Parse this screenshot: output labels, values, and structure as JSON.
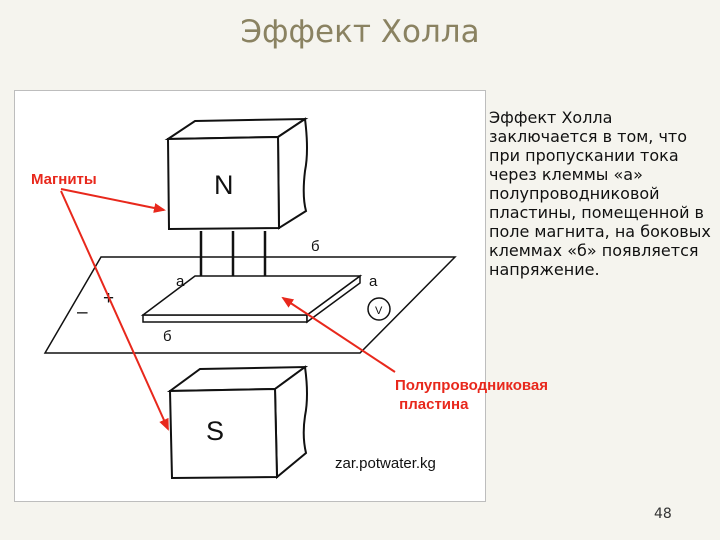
{
  "slide": {
    "title": "Эффект Холла",
    "page_number": "48"
  },
  "description": "Эффект Холла заключается в том, что при пропускании тока через клеммы «а» полупроводниковой пластины, помещенной в поле магнита, на боковых клеммах «б» появляется напряжение.",
  "diagram": {
    "magnet_north": "N",
    "magnet_south": "S",
    "terminal_a_left": "а",
    "terminal_a_right": "а",
    "terminal_b_top": "б",
    "terminal_b_bottom": "б",
    "plus": "+",
    "minus": "–",
    "voltmeter": "V",
    "source": "zar.potwater.kg"
  },
  "labels": {
    "magnets": "Магниты",
    "plate": "Полупроводниковая\n пластина"
  },
  "colors": {
    "title": "#8a8261",
    "arrow_red": "#e8281c"
  }
}
